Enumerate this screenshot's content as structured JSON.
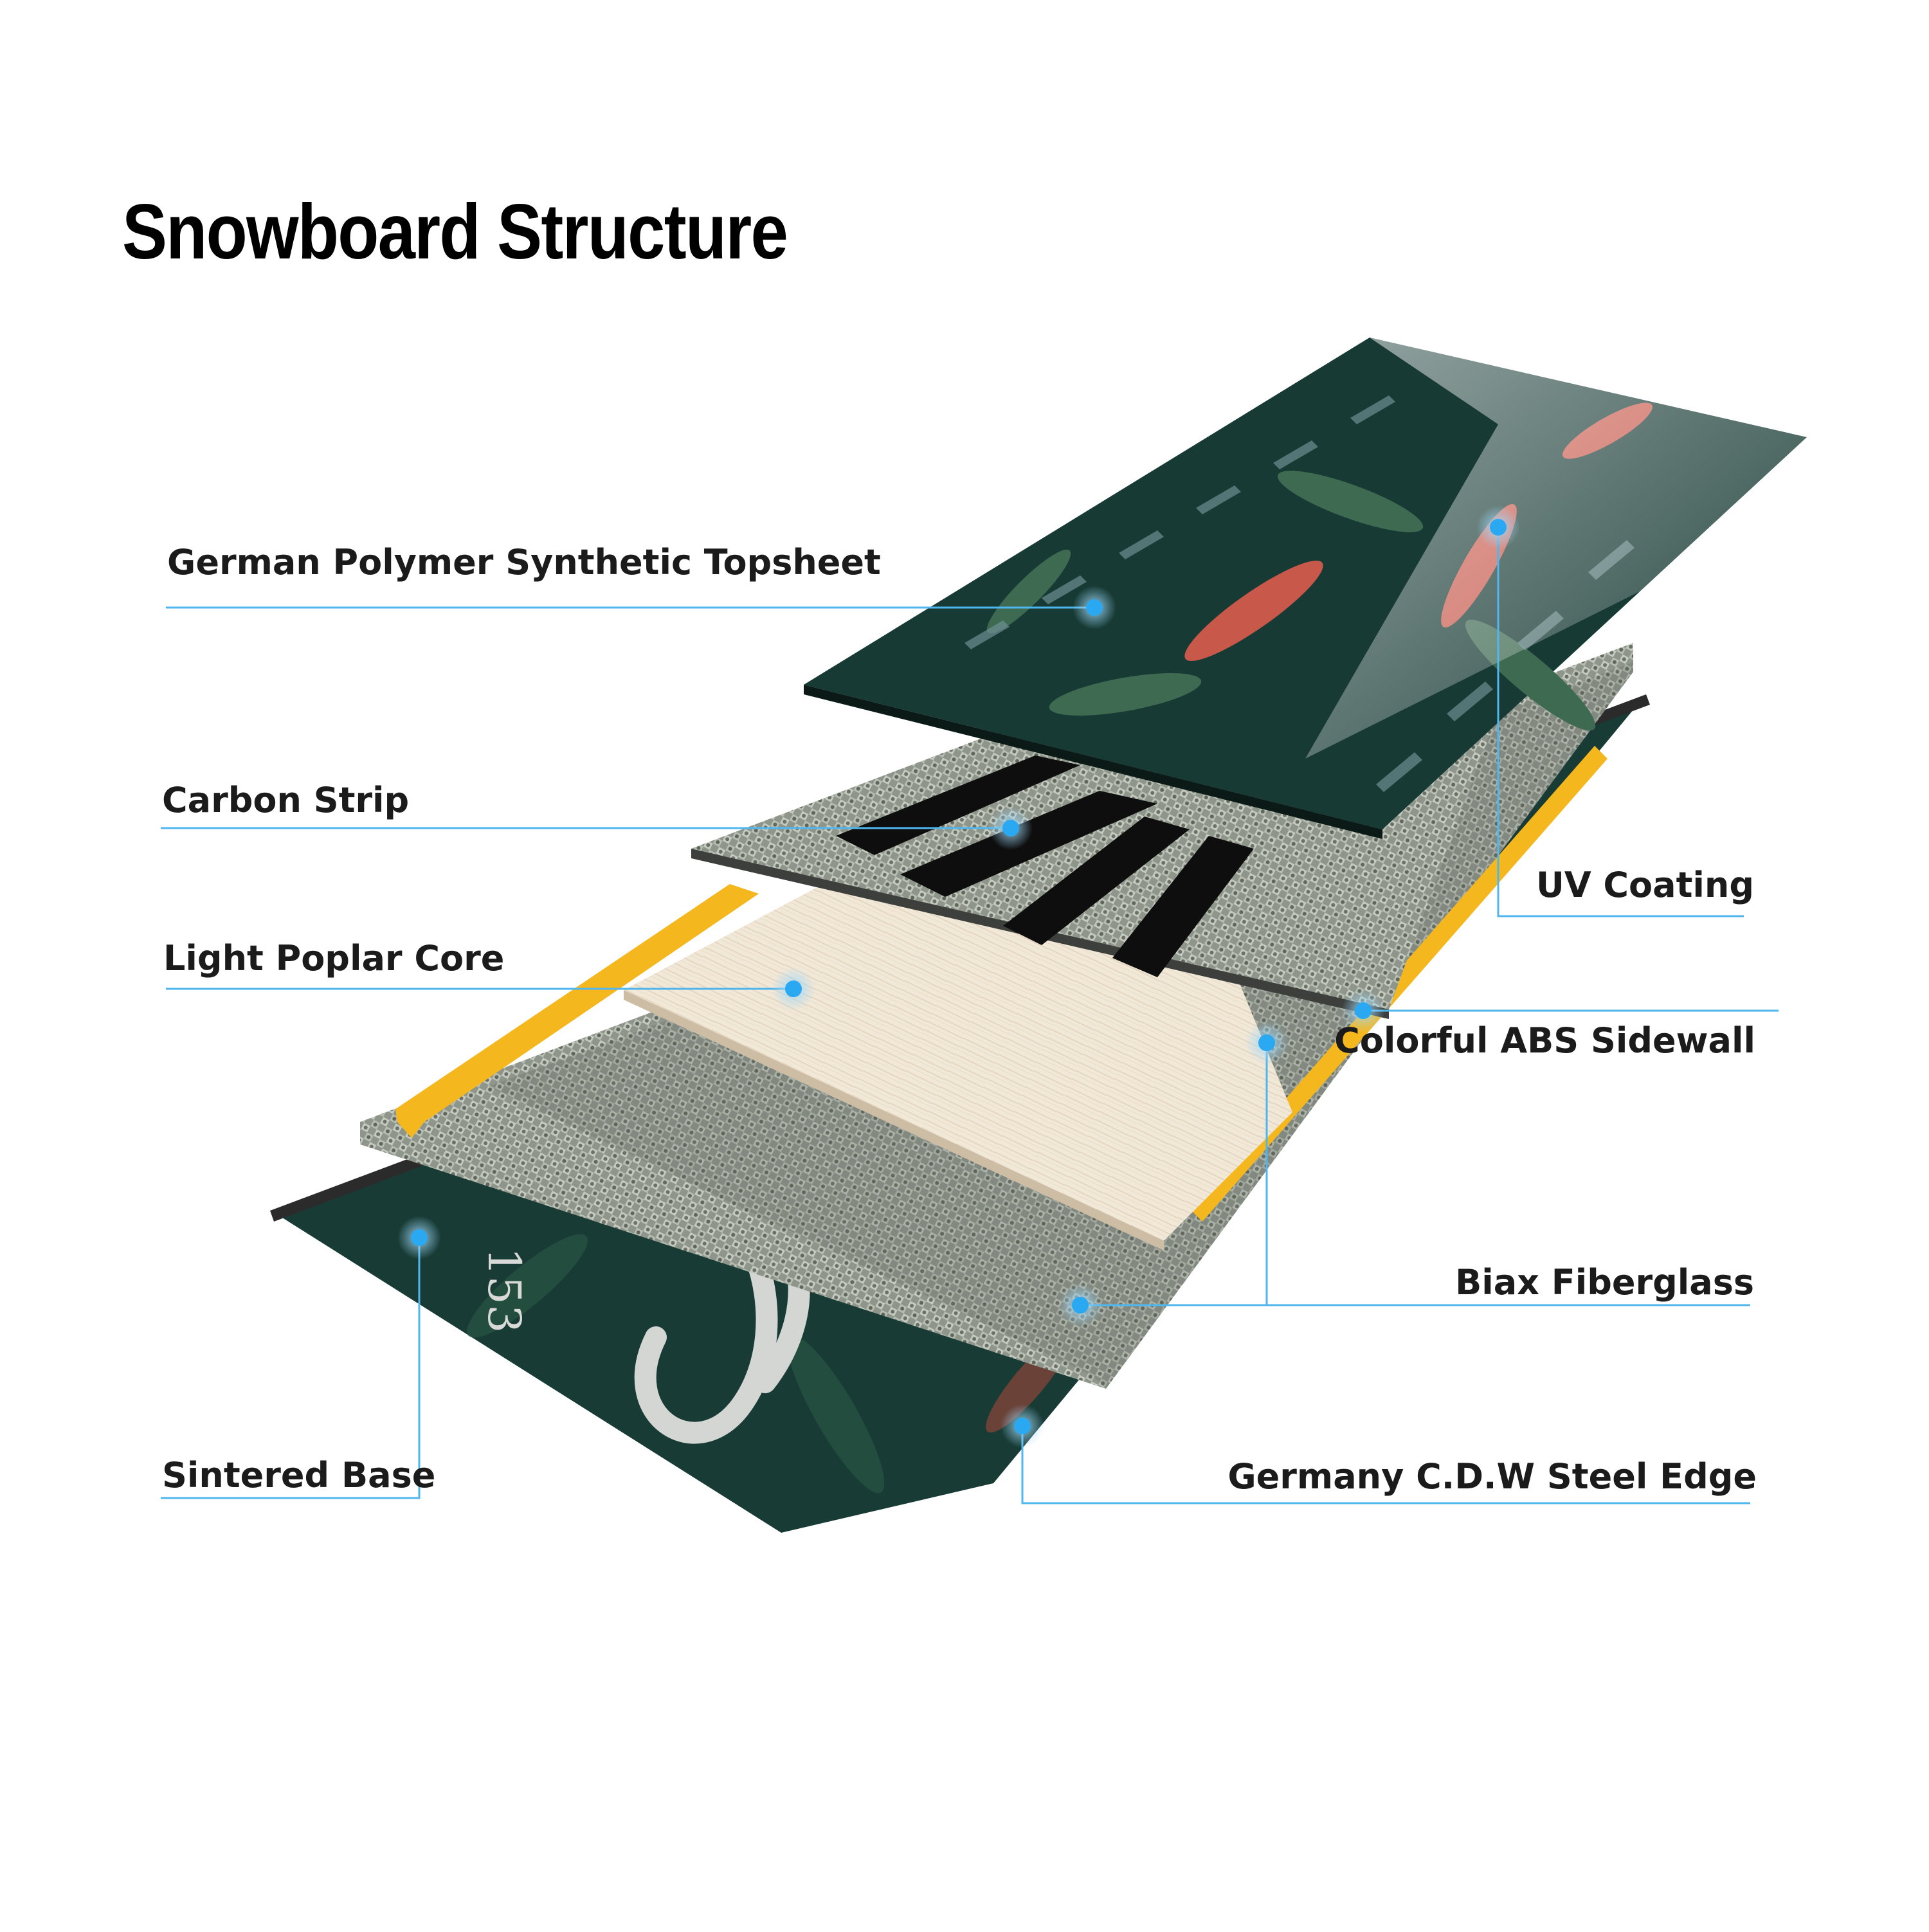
{
  "title": "Snowboard Structure",
  "accent_color": "#2aa8f2",
  "line_color": "#4fb6ee",
  "layers": [
    {
      "id": "topsheet",
      "label": "German Polymer Synthetic Topsheet",
      "color": "#173a34"
    },
    {
      "id": "uv",
      "label": "UV Coating",
      "color": "#dfe9e7"
    },
    {
      "id": "carbon",
      "label": "Carbon Strip",
      "color": "#0e0e0e"
    },
    {
      "id": "core",
      "label": "Light Poplar Core",
      "color": "#f1e6d6"
    },
    {
      "id": "sidewall",
      "label": "Colorful ABS Sidewall",
      "color": "#f5b71e"
    },
    {
      "id": "fiberglass",
      "label": "Biax Fiberglass",
      "color": "#9fa69c"
    },
    {
      "id": "base",
      "label": "Sintered Base",
      "color": "#173a34"
    },
    {
      "id": "edge",
      "label": "Germany C.D.W Steel Edge",
      "color": "#2b2b2b"
    }
  ],
  "base_print": {
    "number": "153"
  }
}
